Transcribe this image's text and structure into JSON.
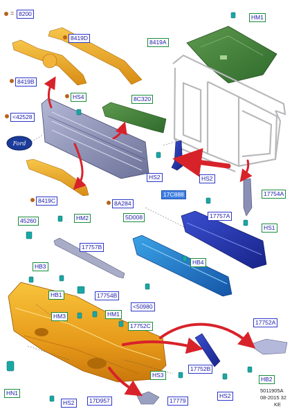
{
  "header": {
    "key_symbol": "=",
    "key_code": "8200"
  },
  "labels": {
    "hm1_top": "HM1",
    "p8419a": "8419A",
    "p8419d": "8419D",
    "p8419b": "8419B",
    "hs4": "HS4",
    "p8c320": "8C320",
    "p42528": "<42528",
    "hs2_a": "HS2",
    "p17c888": "17C888",
    "hs2_b": "HS2",
    "p17754a": "17754A",
    "hs1": "HS1",
    "p8419c": "8419C",
    "p8a284": "8A284",
    "p45260": "45260",
    "hm2": "HM2",
    "p5d008": "5D008",
    "p17757a": "17757A",
    "p17757b": "17757B",
    "hb4": "HB4",
    "hb3": "HB3",
    "hb1": "HB1",
    "p17754b": "17754B",
    "p50980": "<50980",
    "hm3": "HM3",
    "hm1_b": "HM1",
    "p17752c": "17752C",
    "p17752a": "17752A",
    "p17752b": "17752B",
    "hs3": "HS3",
    "hb2": "HB2",
    "hn1": "HN1",
    "hs2_c": "HS2",
    "p17d957": "17D957",
    "p17779": "17779",
    "hs2_d": "HS2"
  },
  "footer": {
    "line1": "5011905A",
    "line2": "08-2015 32",
    "line3": "KE"
  },
  "logo_text": "Ford",
  "colors": {
    "orange": "#e8a82a",
    "green": "#3f7d3a",
    "blue": "#1f6fc0",
    "navy": "#2233a0",
    "grille": "#8a8fb6",
    "teal": "#19a7a4",
    "arrow_red": "#d8222a",
    "label_blue": "#2a35c8",
    "label_green": "#178a3a",
    "label_selected": "#3f7fe0",
    "dot_brown": "#b8641a"
  }
}
